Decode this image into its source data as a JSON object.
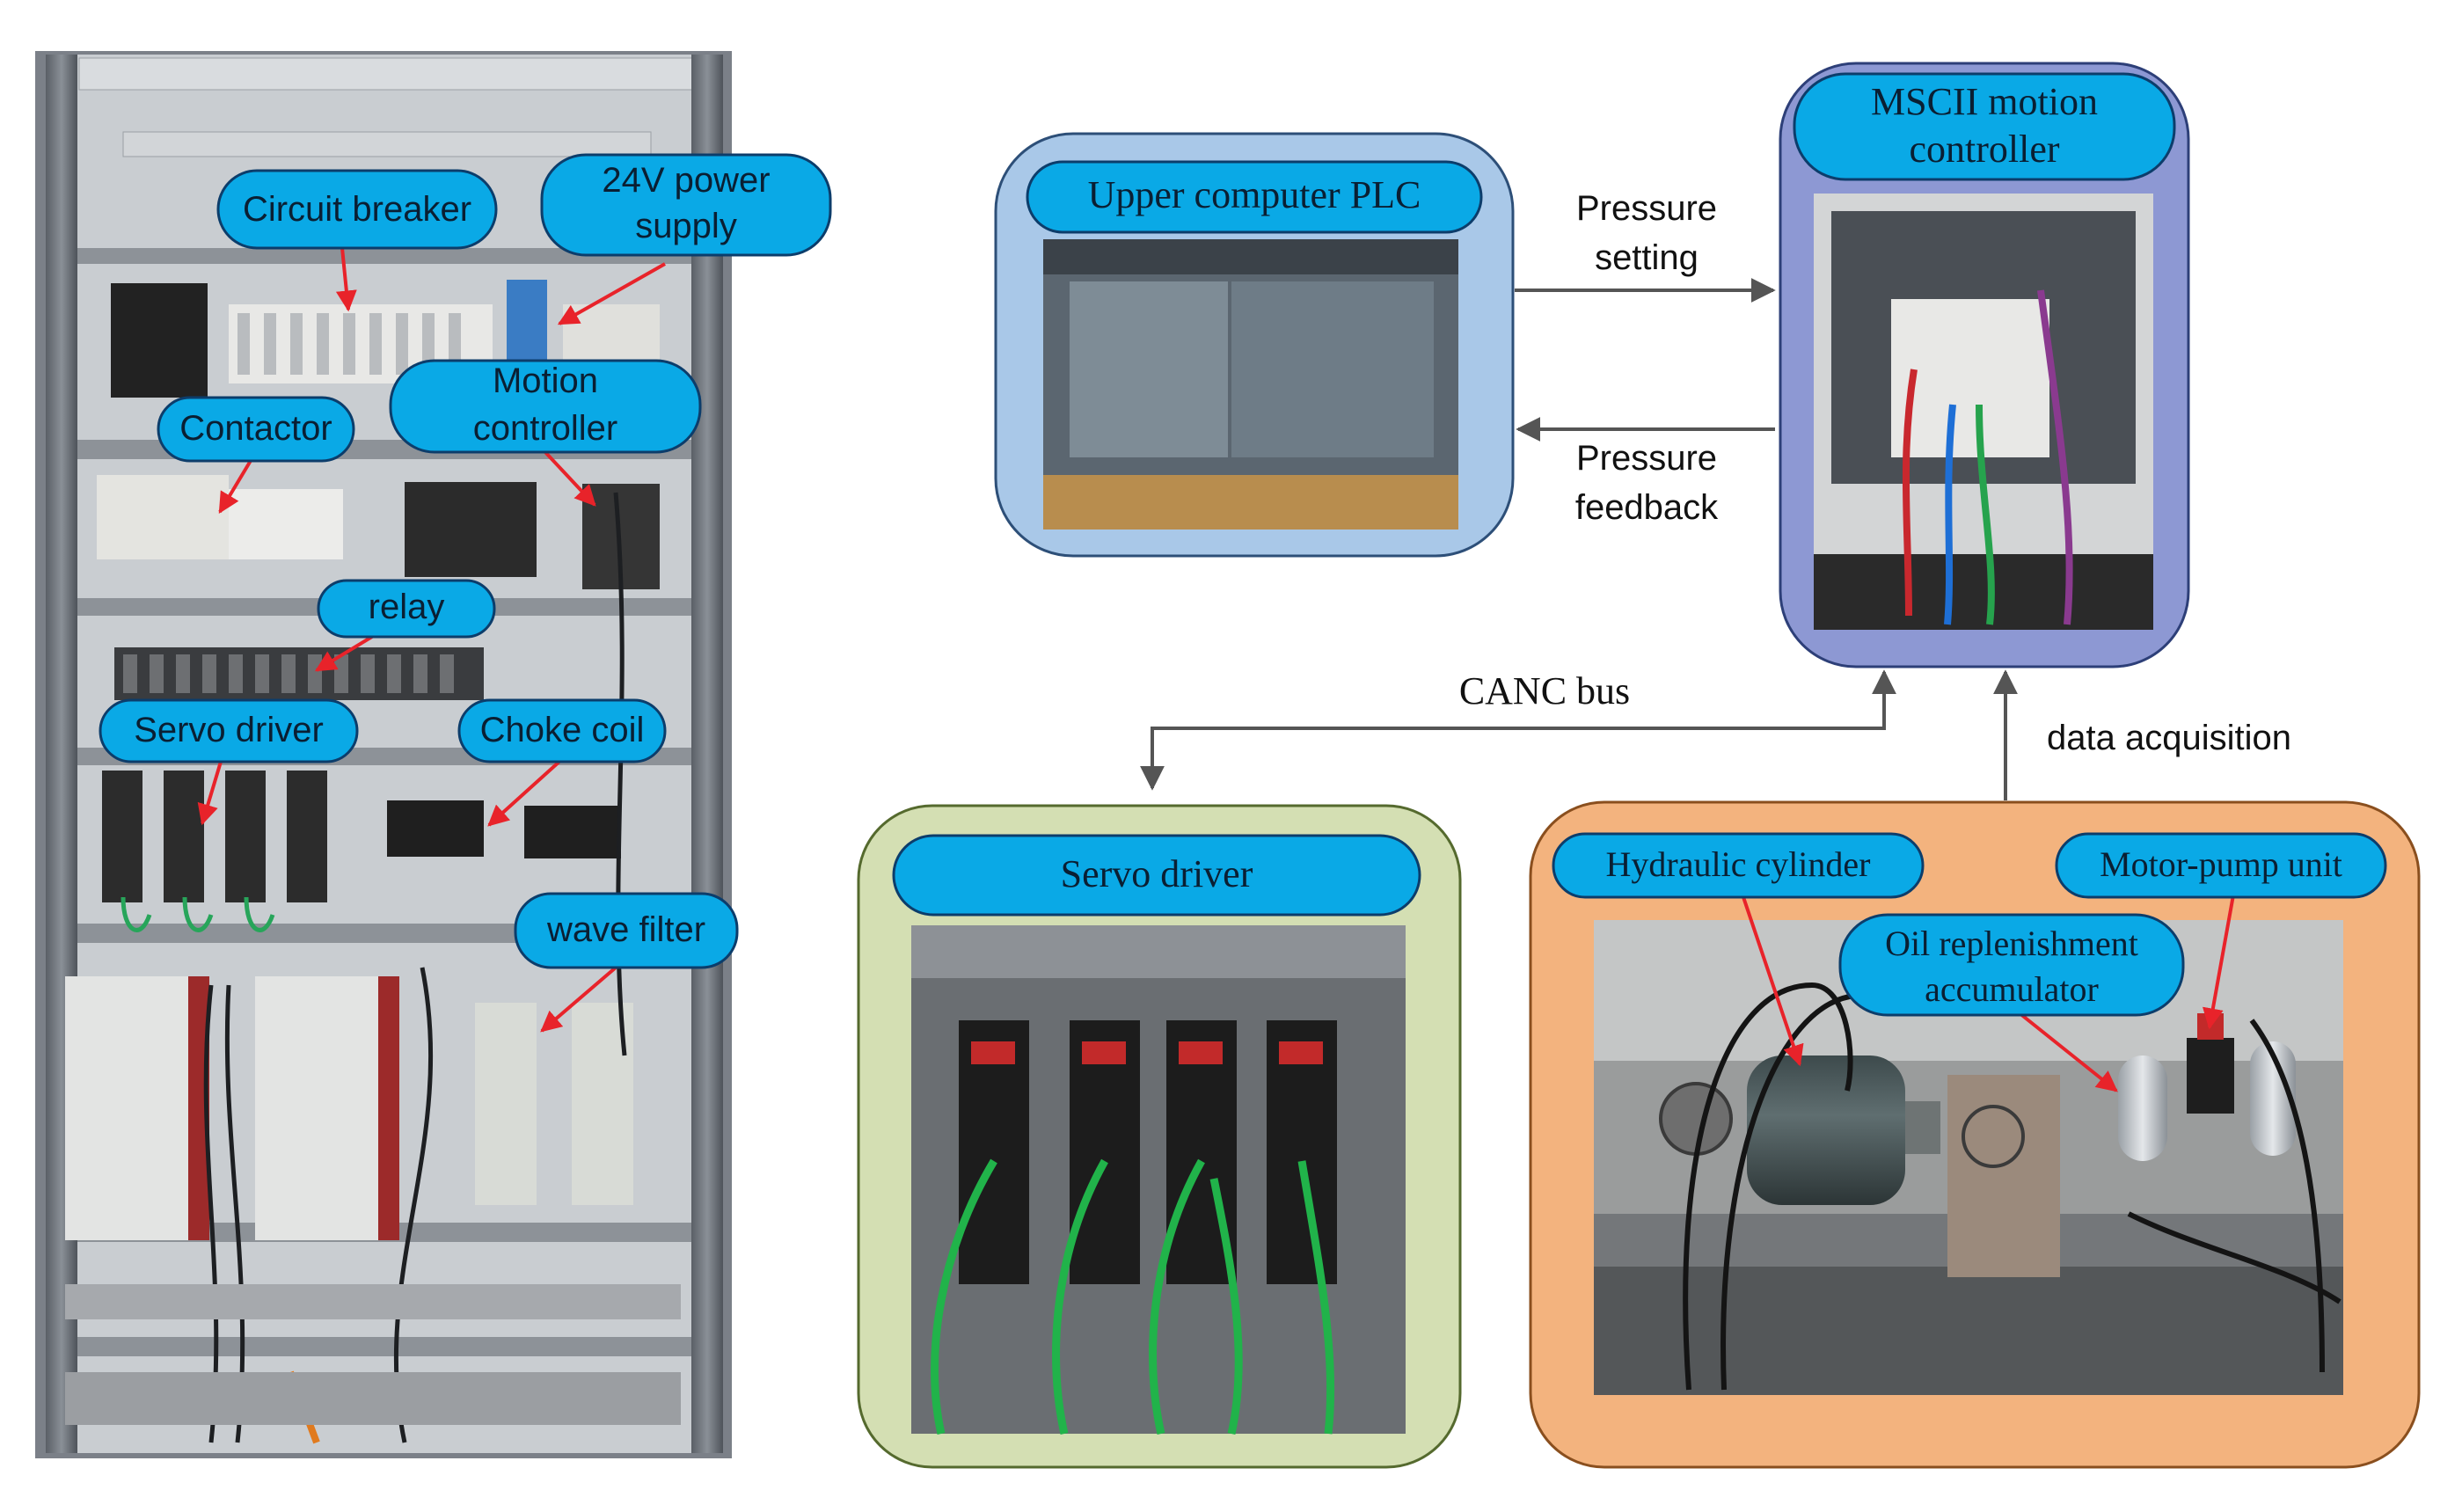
{
  "cabinet": {
    "labels": {
      "circuit_breaker": "Circuit breaker",
      "power_supply_line1": "24V power",
      "power_supply_line2": "supply",
      "motion_controller_line1": "Motion",
      "motion_controller_line2": "controller",
      "contactor": "Contactor",
      "relay": "relay",
      "servo_driver": "Servo driver",
      "choke_coil": "Choke coil",
      "wave_filter": "wave filter"
    }
  },
  "nodes": {
    "plc": {
      "title": "Upper computer PLC"
    },
    "mscii": {
      "title_line1": "MSCII motion",
      "title_line2": "controller"
    },
    "servo": {
      "title": "Servo driver"
    },
    "hydraulic": {
      "cylinder": "Hydraulic cylinder",
      "motor_pump": "Motor-pump unit",
      "accumulator_line1": "Oil replenishment",
      "accumulator_line2": "accumulator"
    }
  },
  "connections": {
    "pressure_setting_line1": "Pressure",
    "pressure_setting_line2": "setting",
    "pressure_feedback_line1": "Pressure",
    "pressure_feedback_line2": "feedback",
    "canc_bus": "CANC bus",
    "data_acquisition": "data acquisition"
  },
  "colors": {
    "bubble": "#0aa9e6",
    "annotation_arrow": "#e8232a",
    "plc_panel": "#a9c8e8",
    "mscii_panel": "#8d98d3",
    "servo_panel": "#d4dfb3",
    "hydraulic_panel": "#f3b37e"
  }
}
